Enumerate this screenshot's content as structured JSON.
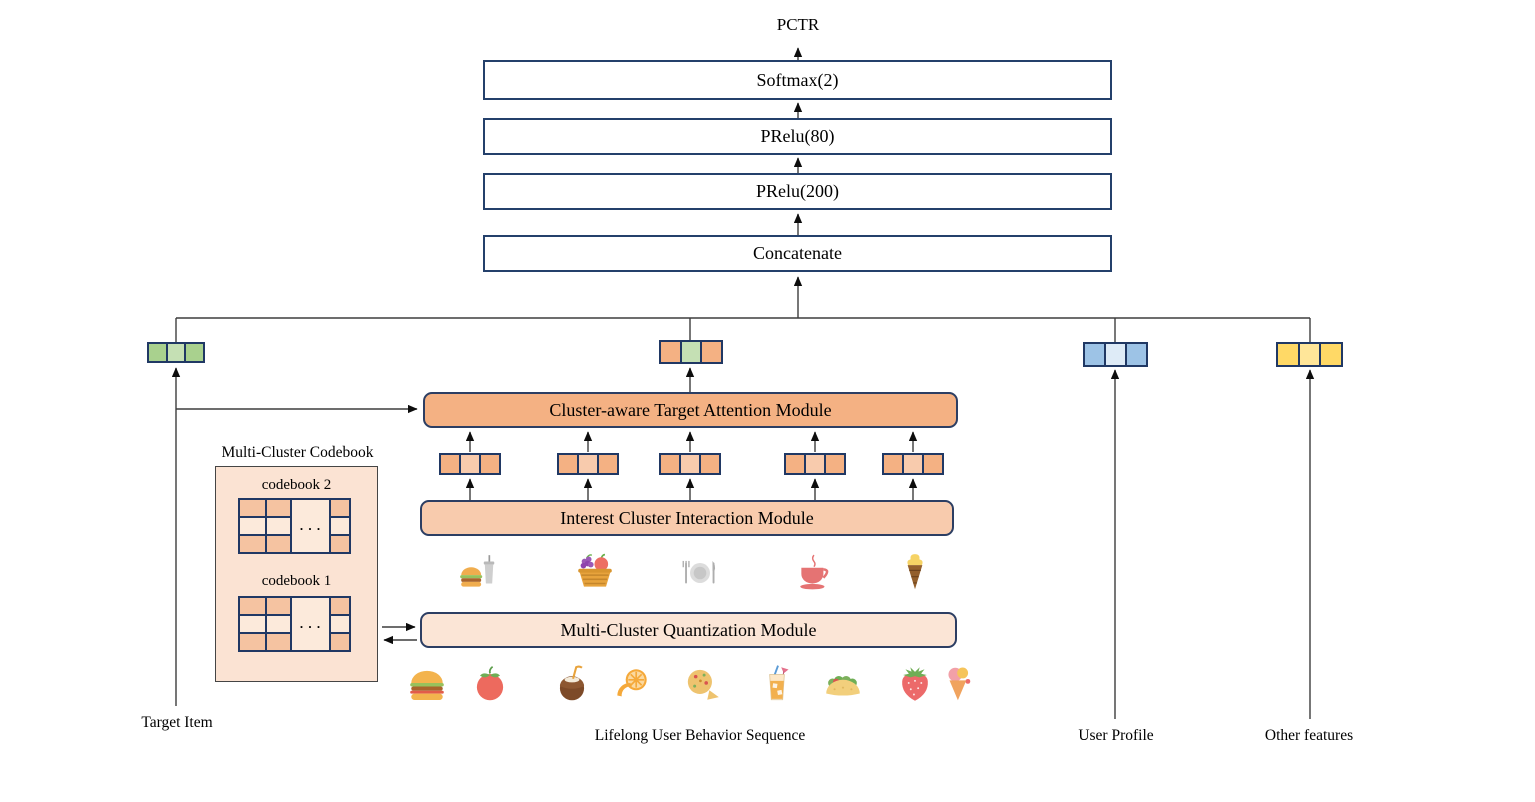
{
  "labels": {
    "pctr": "PCTR",
    "target_item": "Target Item",
    "behavior_sequence": "Lifelong User Behavior Sequence",
    "user_profile": "User Profile",
    "other_features": "Other features"
  },
  "mlp_layers": [
    {
      "label": "Softmax(2)"
    },
    {
      "label": "PRelu(80)"
    },
    {
      "label": "PRelu(200)"
    },
    {
      "label": "Concatenate"
    }
  ],
  "modules": {
    "attention": {
      "label": "Cluster-aware Target Attention Module",
      "fill": "#f4b183"
    },
    "interaction": {
      "label": "Interest Cluster Interaction Module",
      "fill": "#f8cbad"
    },
    "quantization": {
      "label": "Multi-Cluster Quantization Module",
      "fill": "#fbe5d6"
    }
  },
  "codebook": {
    "title": "Multi-Cluster Codebook",
    "books": [
      {
        "label": "codebook 2"
      },
      {
        "label": "codebook 1"
      }
    ],
    "ellipsis": ". . .",
    "cell_fills": {
      "filled": "#f5c3a1",
      "empty": "#fceadb"
    },
    "column_pattern": [
      "filled",
      "empty",
      "filled"
    ]
  },
  "tokens": {
    "target": {
      "cells": [
        "#a9d18e",
        "#c5e0b4",
        "#a9d18e"
      ]
    },
    "interest": {
      "cells": [
        "#f4b183",
        "#c5e0b4",
        "#f4b183"
      ]
    },
    "user": {
      "cells": [
        "#9dc3e6",
        "#deebf7",
        "#9dc3e6"
      ]
    },
    "other": {
      "cells": [
        "#ffd966",
        "#ffe699",
        "#ffd966"
      ]
    },
    "clusters": [
      {
        "cells": [
          "#f4b183",
          "#f8cbad",
          "#f4b183"
        ]
      },
      {
        "cells": [
          "#f4b183",
          "#f8cbad",
          "#f4b183"
        ]
      },
      {
        "cells": [
          "#f4b183",
          "#f8cbad",
          "#f4b183"
        ]
      },
      {
        "cells": [
          "#f4b183",
          "#f8cbad",
          "#f4b183"
        ]
      },
      {
        "cells": [
          "#f4b183",
          "#f8cbad",
          "#f4b183"
        ]
      }
    ]
  },
  "icons": {
    "cluster_centroids": [
      "fastfood-combo-icon",
      "fruit-basket-icon",
      "dinner-plate-icon",
      "coffee-cup-icon",
      "soft-serve-icon"
    ],
    "behavior_items": [
      "burger-icon",
      "tomato-icon",
      "coconut-drink-icon",
      "orange-slice-icon",
      "cookie-icon",
      "juice-glass-icon",
      "taco-icon",
      "strawberry-icon",
      "ice-cream-icon"
    ]
  },
  "colors": {
    "box_border": "#24406b",
    "wire": "#3d3d3d",
    "green_token": "#a9d18e",
    "blue_token": "#9dc3e6",
    "yellow_token": "#ffd966",
    "orange_token": "#f4b183"
  }
}
